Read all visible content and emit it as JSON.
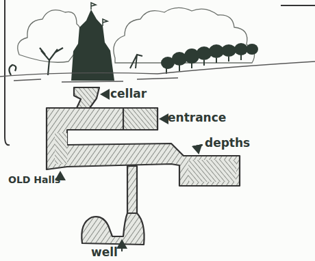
{
  "diagram": {
    "labels": [
      "cellar",
      "entrance",
      "depths",
      "OLD Halls",
      "well"
    ]
  }
}
